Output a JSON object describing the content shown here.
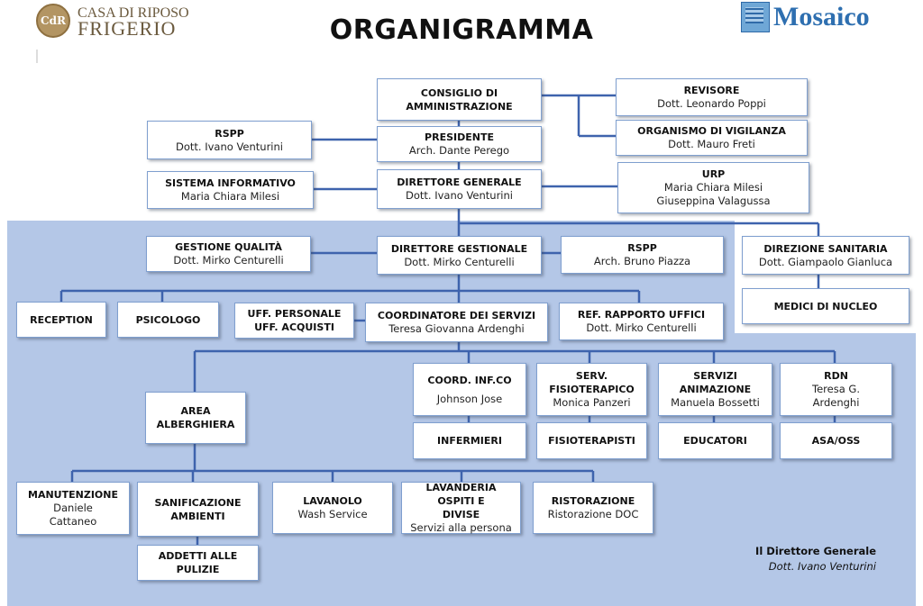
{
  "title": "ORGANIGRAMMA",
  "logo_left": {
    "line1": "CASA DI RIPOSO",
    "line2": "FRIGERIO",
    "seal": "CdR"
  },
  "logo_right": {
    "name": "Mosaico",
    "icon": "mosaico-emblem-icon"
  },
  "colors": {
    "line": "#3e63ad",
    "region": "#b4c7e7",
    "box_border": "#7f9fcf",
    "logo_blue": "#2e6fb0",
    "logo_gold": "#b39563"
  },
  "nodes": {
    "consiglio": {
      "title": "CONSIGLIO DI AMMINISTRAZIONE"
    },
    "revisore": {
      "title": "REVISORE",
      "line1": "Dott. Leonardo Poppi"
    },
    "odv": {
      "title": "ORGANISMO DI VIGILANZA",
      "line1": "Dott. Mauro Freti"
    },
    "rspp1": {
      "title": "RSPP",
      "line1": "Dott. Ivano Venturini"
    },
    "presidente": {
      "title": "PRESIDENTE",
      "line1": "Arch. Dante Perego"
    },
    "sistema": {
      "title": "SISTEMA INFORMATIVO",
      "line1": "Maria Chiara Milesi"
    },
    "dg": {
      "title": "DIRETTORE GENERALE",
      "line1": "Dott. Ivano Venturini"
    },
    "urp": {
      "title": "URP",
      "line1": "Maria Chiara Milesi",
      "line2": "Giuseppina Valagussa"
    },
    "qualita": {
      "title": "GESTIONE QUALITÀ",
      "line1": "Dott. Mirko Centurelli"
    },
    "dgest": {
      "title": "DIRETTORE GESTIONALE",
      "line1": "Dott. Mirko Centurelli"
    },
    "rspp2": {
      "title": "RSPP",
      "line1": "Arch. Bruno Piazza"
    },
    "dirsan": {
      "title": "DIREZIONE SANITARIA",
      "line1": "Dott. Giampaolo Gianluca"
    },
    "medici": {
      "title": "MEDICI DI NUCLEO"
    },
    "reception": {
      "title": "RECEPTION"
    },
    "psicologo": {
      "title": "PSICOLOGO"
    },
    "uffpers": {
      "title": "UFF. PERSONALE",
      "line1": "UFF. ACQUISTI"
    },
    "coord": {
      "title": "COORDINATORE DEI SERVIZI",
      "line1": "Teresa  Giovanna Ardenghi"
    },
    "refrap": {
      "title": "REF. RAPPORTO UFFICI",
      "line1": "Dott. Mirko Centurelli"
    },
    "coordinf": {
      "title": "COORD. INF.CO",
      "line1": "Johnson Jose"
    },
    "fisio": {
      "title": "SERV. FISIOTERAPICO",
      "line1": "Monica Panzeri"
    },
    "anim": {
      "title": "SERVIZI ANIMAZIONE",
      "line1": "Manuela Bossetti"
    },
    "rdn": {
      "title": "RDN",
      "line1": "Teresa G.",
      "line2": "Ardenghi"
    },
    "area": {
      "title": "AREA ALBERGHIERA"
    },
    "infermieri": {
      "title": "INFERMIERI"
    },
    "fisioterapisti": {
      "title": "FISIOTERAPISTI"
    },
    "educatori": {
      "title": "EDUCATORI"
    },
    "asa": {
      "title": "ASA/OSS"
    },
    "manut": {
      "title": "MANUTENZIONE",
      "line1": "Daniele",
      "line2": "Cattaneo"
    },
    "sanif": {
      "title": "SANIFICAZIONE AMBIENTI"
    },
    "lavanolo": {
      "title": "LAVANOLO",
      "line1": "Wash Service"
    },
    "lavanderia": {
      "title": "LAVANDERIA OSPITI E DIVISE",
      "line1": "Servizi alla persona"
    },
    "ristor": {
      "title": "RISTORAZIONE",
      "line1": "Ristorazione DOC"
    },
    "addetti": {
      "title": "ADDETTI ALLE PULIZIE"
    }
  },
  "signature": {
    "role": "Il Direttore Generale",
    "name": "Dott. Ivano Venturini"
  }
}
